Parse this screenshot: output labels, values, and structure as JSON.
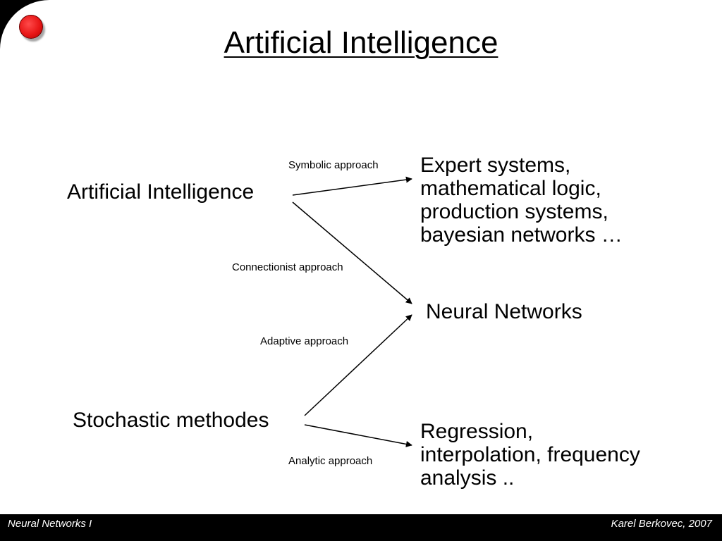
{
  "slide": {
    "title": "Artificial Intelligence",
    "nodes": {
      "ai": "Artificial Intelligence",
      "stochastic": "Stochastic methodes",
      "expert_lines": [
        "Expert systems,",
        "mathematical logic,",
        "production systems,",
        "bayesian networks …"
      ],
      "neural": "Neural Networks",
      "regression_lines": [
        "Regression,",
        "interpolation, frequency",
        "analysis .."
      ]
    },
    "edges": {
      "symbolic": "Symbolic approach",
      "connectionist": "Connectionist approach",
      "adaptive": "Adaptive approach",
      "analytic": "Analytic approach"
    }
  },
  "footer": {
    "left": "Neural Networks I",
    "right": "Karel Berkovec, 2007"
  },
  "colors": {
    "background": "#000000",
    "slide": "#ffffff",
    "bullet": "#e81717",
    "text": "#000000",
    "footer_text": "#ffffff"
  }
}
